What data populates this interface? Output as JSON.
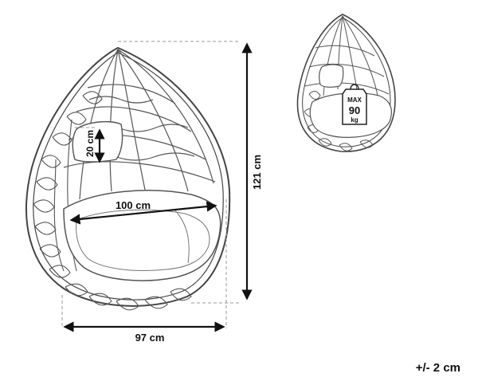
{
  "dimensions": {
    "height_label": "121 cm",
    "width_label": "97 cm",
    "seat_width_label": "100 cm",
    "cushion_height_label": "20 cm"
  },
  "max_load": {
    "line1": "MAX",
    "line2": "90",
    "line3": "kg"
  },
  "tolerance": "+/- 2 cm"
}
